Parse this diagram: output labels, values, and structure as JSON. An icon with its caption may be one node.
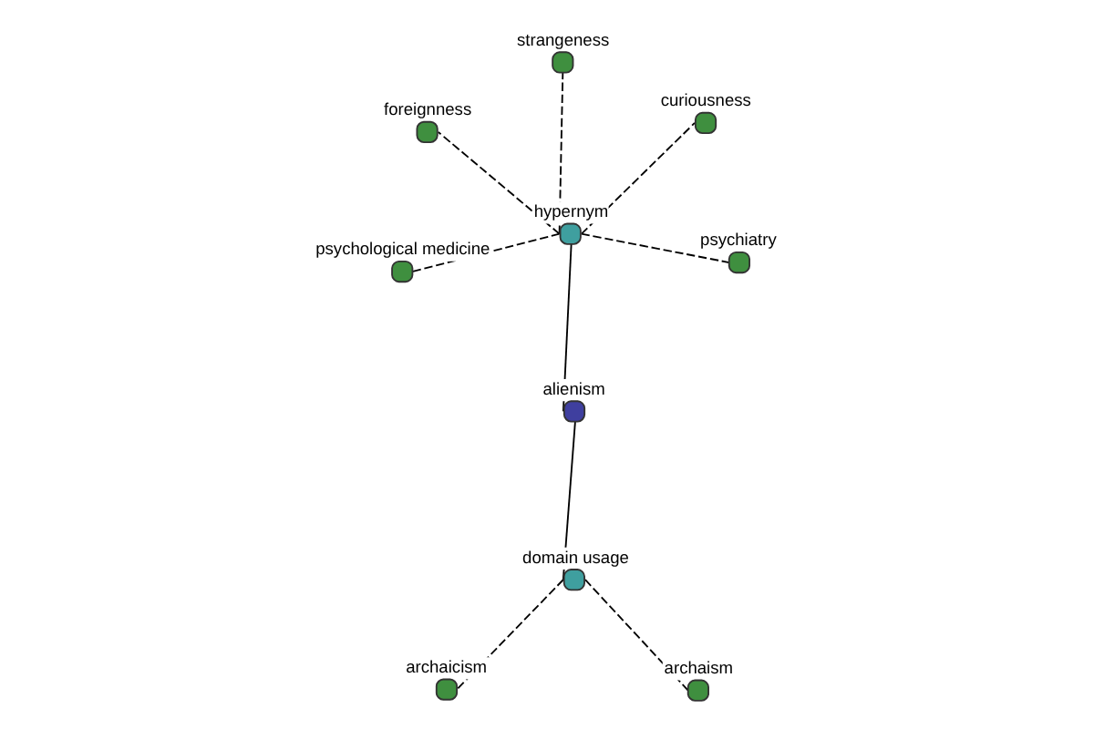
{
  "diagram": {
    "nodes": [
      {
        "text": [
          "alienism"
        ]
      },
      {
        "text": [
          "hypernym"
        ]
      },
      {
        "text": [
          "domain usage"
        ]
      },
      {
        "text": [
          "strangeness"
        ]
      },
      {
        "text": [
          "curiousness"
        ]
      },
      {
        "text": [
          "foreignness"
        ]
      },
      {
        "text": [
          "psychological medicine"
        ]
      },
      {
        "text": [
          "psychiatry"
        ]
      },
      {
        "text": [
          "archaicism"
        ]
      },
      {
        "text": [
          "archaism"
        ]
      }
    ],
    "edges": [
      {
        "from": 0,
        "to": 1,
        "arrow": "none"
      },
      {
        "from": 0,
        "to": 2,
        "arrow": "none"
      },
      {
        "from": 1,
        "to": 3,
        "arrow": "none",
        "style": "dashed"
      },
      {
        "from": 1,
        "to": 4,
        "arrow": "none",
        "style": "dashed"
      },
      {
        "from": 1,
        "to": 5,
        "arrow": "none",
        "style": "dashed"
      },
      {
        "from": 1,
        "to": 6,
        "arrow": "none",
        "style": "dashed"
      },
      {
        "from": 1,
        "to": 7,
        "arrow": "none",
        "style": "dashed"
      },
      {
        "from": 2,
        "to": 8,
        "arrow": "none",
        "style": "dashed"
      },
      {
        "from": 2,
        "to": 9,
        "arrow": "none",
        "style": "dashed"
      }
    ]
  }
}
